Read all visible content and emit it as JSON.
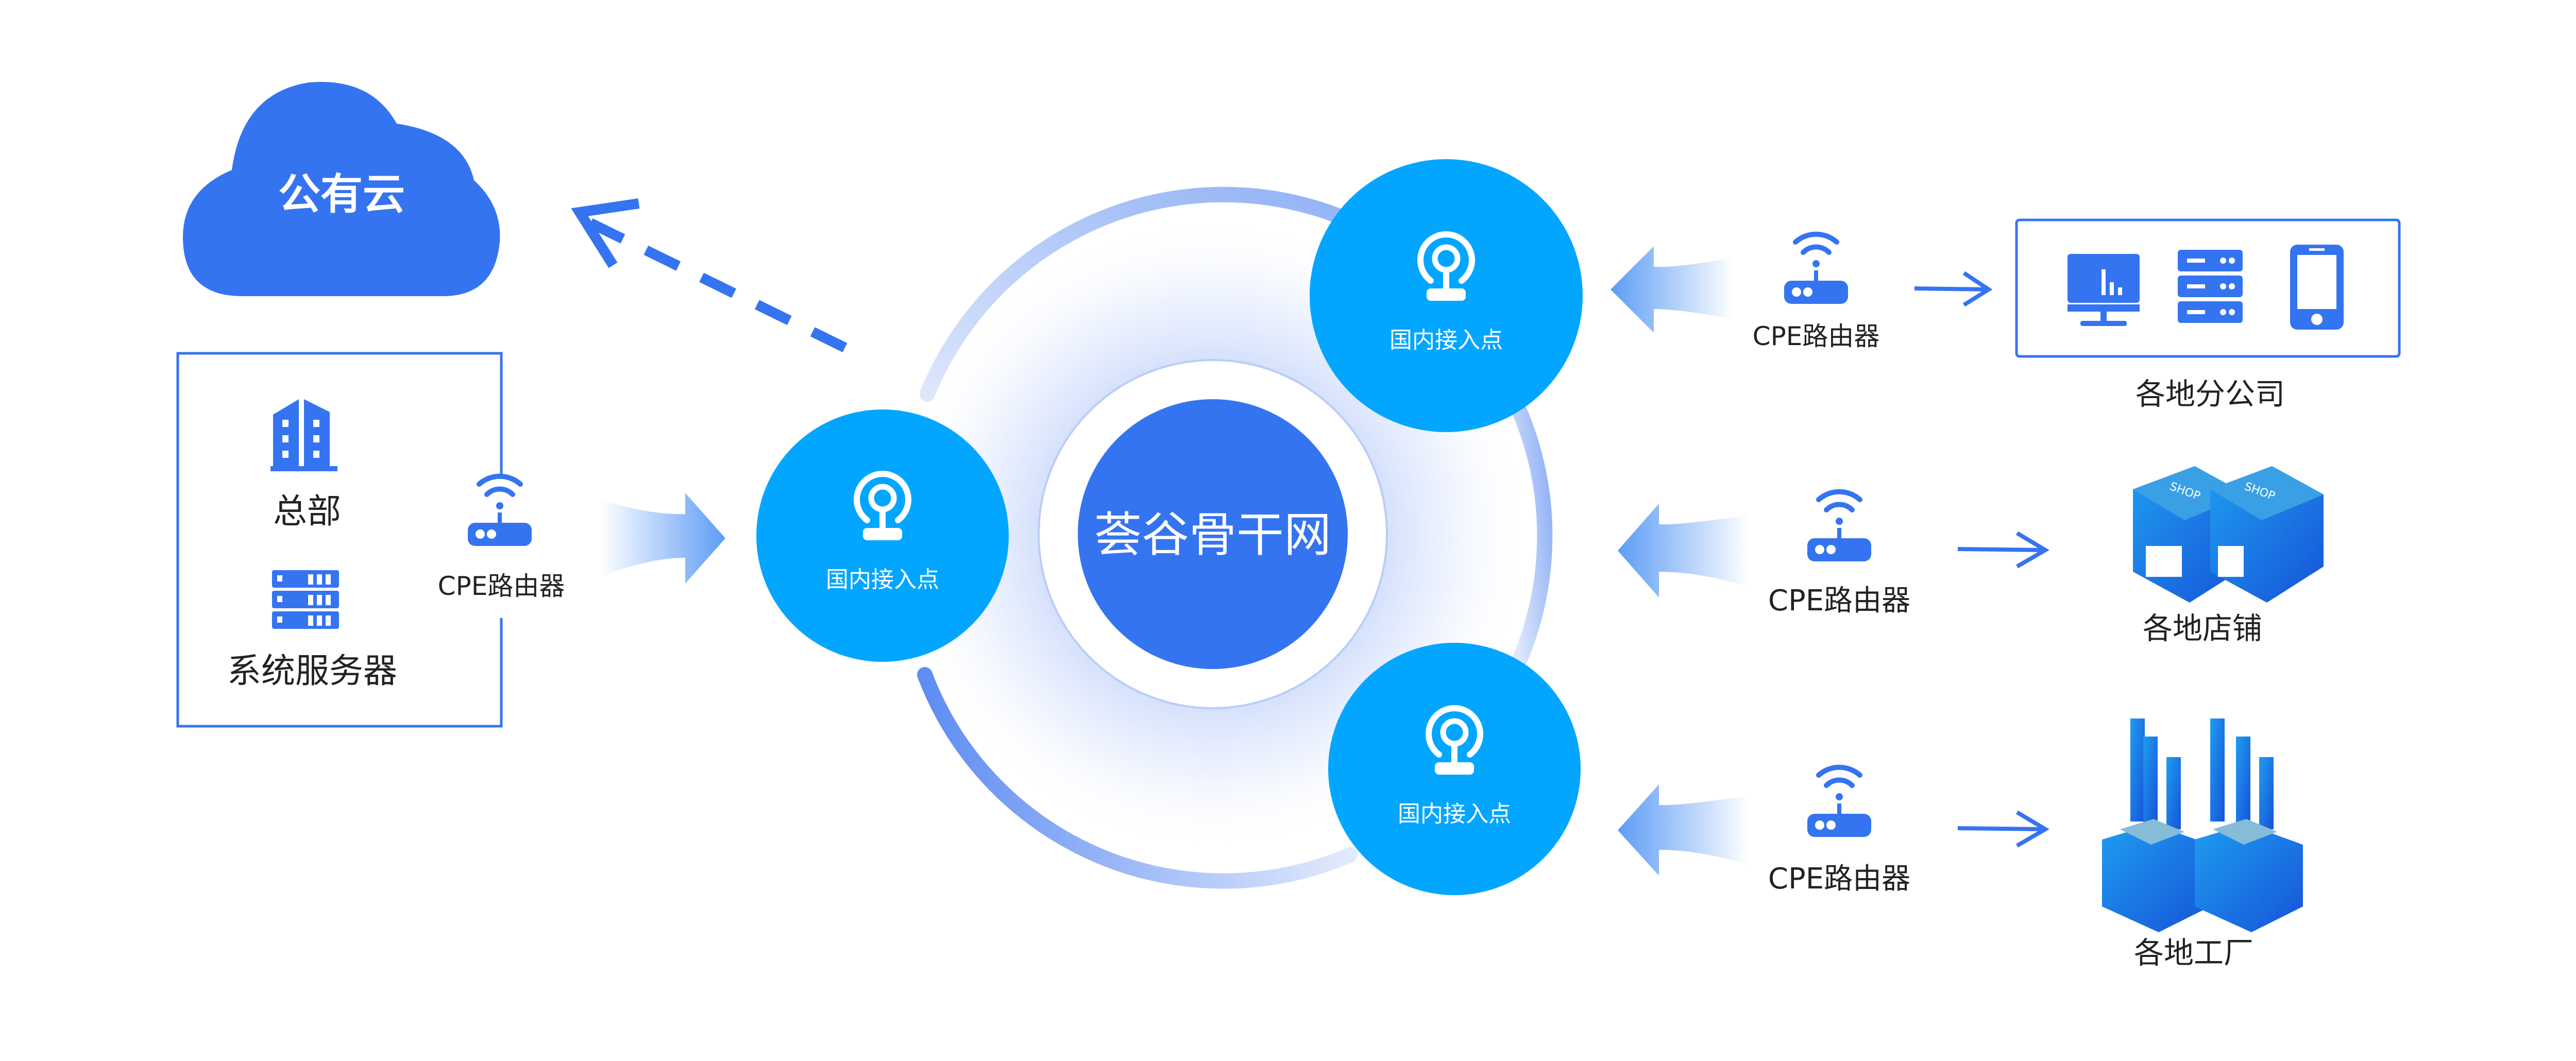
{
  "colors": {
    "primary": "#3574F0",
    "access_point": "#03A6FF",
    "text": "#222222"
  },
  "cloud": {
    "label": "公有云",
    "icon": "cloud-icon"
  },
  "headquarters": {
    "hq_label": "总部",
    "server_label": "系统服务器",
    "router_label": "CPE路由器"
  },
  "backbone": {
    "label": "荟谷骨干网"
  },
  "access_points": [
    {
      "label": "国内接入点"
    },
    {
      "label": "国内接入点"
    },
    {
      "label": "国内接入点"
    }
  ],
  "branches": [
    {
      "router_label": "CPE路由器",
      "label": "各地分公司",
      "icons": [
        "monitor-icon",
        "server-icon",
        "phone-icon"
      ]
    },
    {
      "router_label": "CPE路由器",
      "label": "各地店铺",
      "icons": [
        "shop-icon"
      ],
      "sign": "SHOP"
    },
    {
      "router_label": "CPE路由器",
      "label": "各地工厂",
      "icons": [
        "factory-icon"
      ]
    }
  ]
}
